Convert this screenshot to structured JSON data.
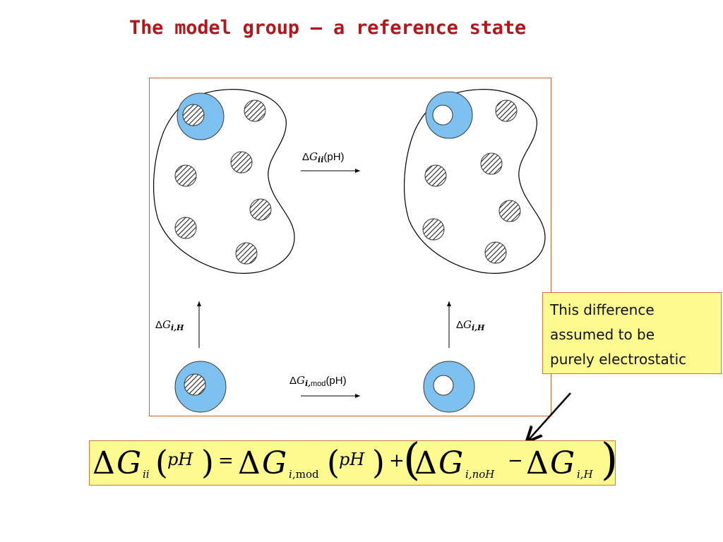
{
  "title": "The model group – a reference state",
  "diagram": {
    "arrow_top_label": {
      "delta": "Δ",
      "G": "G",
      "sub": "ii",
      "arg": "(pH)"
    },
    "arrow_bottom_label": {
      "delta": "Δ",
      "G": "G",
      "sub_i": "i,",
      "sub_mod": "mod",
      "arg": "(pH)"
    },
    "arrow_left_label": {
      "delta": "Δ",
      "G": "G",
      "sub": "i,H"
    },
    "arrow_right_label": {
      "delta": "Δ",
      "G": "G",
      "sub": "i,H"
    },
    "colors": {
      "site_fill": "#7cc1f0",
      "site_stroke": "#3a3a3a",
      "outline": "#000000"
    }
  },
  "callout": {
    "lines": [
      "This difference",
      "assumed to be",
      "purely electrostatic"
    ]
  },
  "equation": {
    "delta": "Δ",
    "G": "G",
    "sub_ii": "ii",
    "ph": "pH",
    "equals": "=",
    "sub_i": "i",
    "sub_comma_mod": ",mod",
    "plus": "+",
    "sub_i_noH": "i,noH",
    "minus": "−",
    "sub_i_H": "i,H",
    "lparen": "(",
    "rparen": ")"
  }
}
